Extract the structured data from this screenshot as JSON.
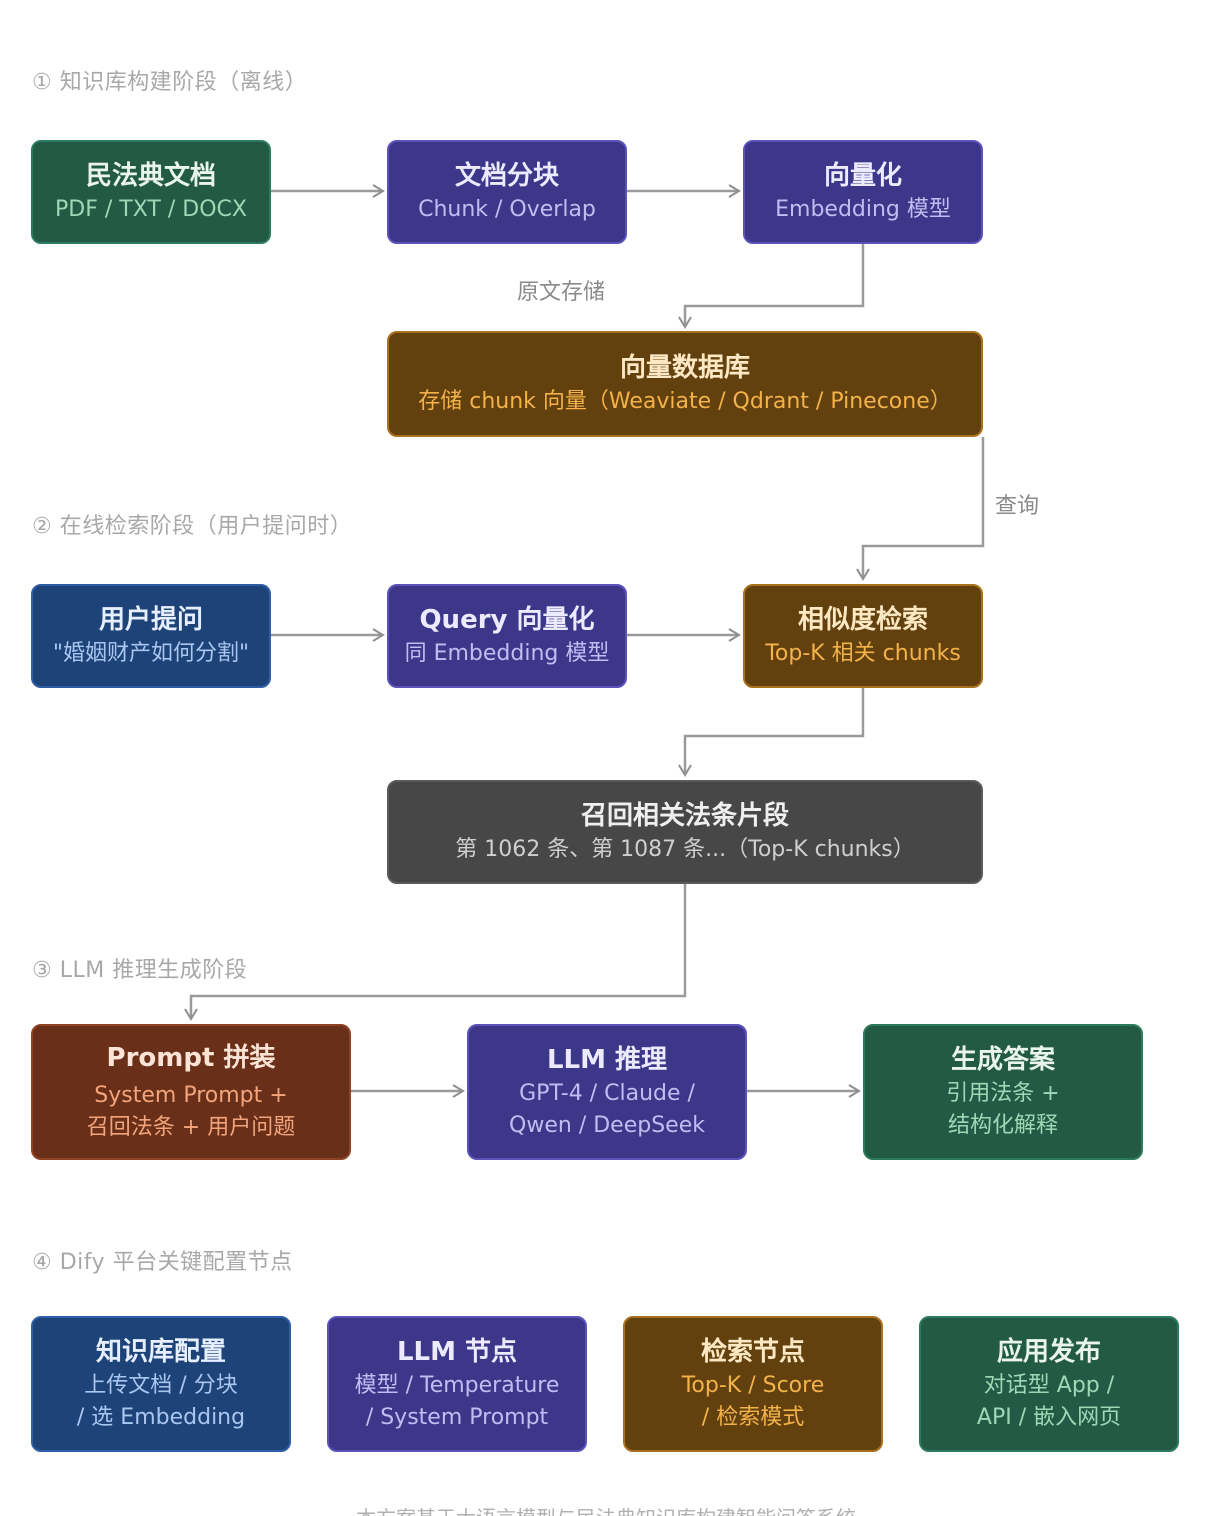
{
  "sections": {
    "s1": "① 知识库构建阶段（离线）",
    "s2": "② 在线检索阶段（用户提问时）",
    "s3": "③ LLM 推理生成阶段",
    "s4": "④ Dify 平台关键配置节点"
  },
  "nodes": {
    "doc": {
      "title": "民法典文档",
      "sub": "PDF / TXT / DOCX"
    },
    "chunk": {
      "title": "文档分块",
      "sub": "Chunk / Overlap"
    },
    "vectorize": {
      "title": "向量化",
      "sub": "Embedding 模型"
    },
    "vectordb": {
      "title": "向量数据库",
      "sub": "存储 chunk 向量（Weaviate / Qdrant / Pinecone）"
    },
    "question": {
      "title": "用户提问",
      "sub": "\"婚姻财产如何分割\""
    },
    "query_vec": {
      "title": "Query 向量化",
      "sub": "同 Embedding 模型"
    },
    "similarity": {
      "title": "相似度检索",
      "sub": "Top-K 相关 chunks"
    },
    "recall": {
      "title": "召回相关法条片段",
      "sub": "第 1062 条、第 1087 条...（Top-K chunks）"
    },
    "prompt": {
      "title": "Prompt 拼装",
      "sub1": "System Prompt +",
      "sub2": "召回法条 + 用户问题"
    },
    "llm": {
      "title": "LLM 推理",
      "sub1": "GPT-4 / Claude /",
      "sub2": "Qwen / DeepSeek"
    },
    "answer": {
      "title": "生成答案",
      "sub1": "引用法条 +",
      "sub2": "结构化解释"
    },
    "kb_config": {
      "title": "知识库配置",
      "sub1": "上传文档 / 分块",
      "sub2": "/ 选 Embedding"
    },
    "llm_node": {
      "title": "LLM 节点",
      "sub1": "模型 / Temperature",
      "sub2": "/ System Prompt"
    },
    "retrieve_node": {
      "title": "检索节点",
      "sub1": "Top-K / Score",
      "sub2": "/ 检索模式"
    },
    "publish": {
      "title": "应用发布",
      "sub1": "对话型 App /",
      "sub2": "API / 嵌入网页"
    }
  },
  "edge_labels": {
    "store_raw": "原文存储",
    "query": "查询"
  },
  "footer": "本方案基于大语言模型与民法典知识库构建智能问答系统"
}
